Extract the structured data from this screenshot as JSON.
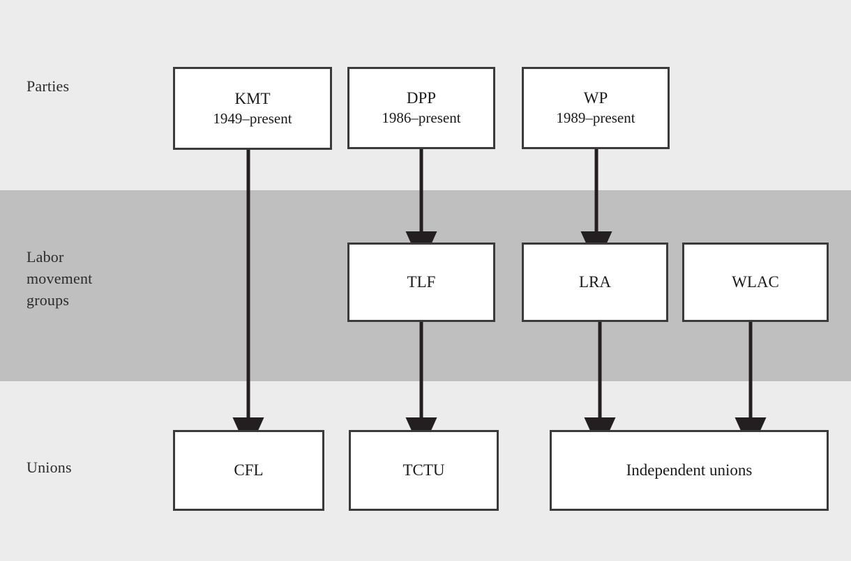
{
  "figure": {
    "type": "flow-diagram",
    "background_color": "#ececec",
    "band_color": "#bfbfbf",
    "box_border_color": "#3b3b3b",
    "box_fill_color": "#ffffff",
    "arrow_color": "#231f20"
  },
  "row_labels": [
    {
      "id": "parties",
      "text": "Parties"
    },
    {
      "id": "labor",
      "text": "Labor\nmovement\ngroups"
    },
    {
      "id": "unions",
      "text": "Unions"
    }
  ],
  "nodes": {
    "kmt": {
      "line1": "KMT",
      "line2": "1949–present"
    },
    "dpp": {
      "line1": "DPP",
      "line2": "1986–present"
    },
    "wp": {
      "line1": "WP",
      "line2": "1989–present"
    },
    "tlf": {
      "line1": "TLF",
      "line2": ""
    },
    "lra": {
      "line1": "LRA",
      "line2": ""
    },
    "wlac": {
      "line1": "WLAC",
      "line2": ""
    },
    "cfl": {
      "line1": "CFL",
      "line2": ""
    },
    "tctu": {
      "line1": "TCTU",
      "line2": ""
    },
    "independent": {
      "line1": "Independent unions",
      "line2": ""
    }
  },
  "edges": [
    {
      "from": "kmt",
      "to": "cfl"
    },
    {
      "from": "dpp",
      "to": "tlf"
    },
    {
      "from": "wp",
      "to": "lra"
    },
    {
      "from": "tlf",
      "to": "tctu"
    },
    {
      "from": "lra",
      "to": "independent"
    },
    {
      "from": "wlac",
      "to": "independent"
    }
  ]
}
